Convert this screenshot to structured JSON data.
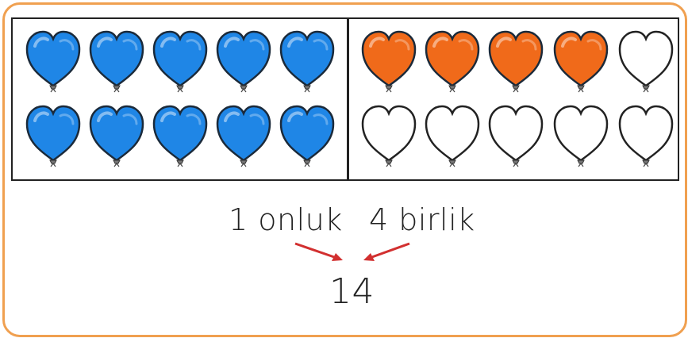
{
  "colors": {
    "border": "#f0a050",
    "blue": "#1f86e6",
    "orange": "#f06a1a",
    "empty": "#ffffff",
    "arrow": "#d23030"
  },
  "tens_frame": {
    "count": 10,
    "fill": "blue"
  },
  "ones_frame": {
    "filled": 4,
    "empty": 6,
    "fill": "orange"
  },
  "labels": {
    "tens": "1 onluk",
    "ones": "4 birlik",
    "number": "14"
  }
}
